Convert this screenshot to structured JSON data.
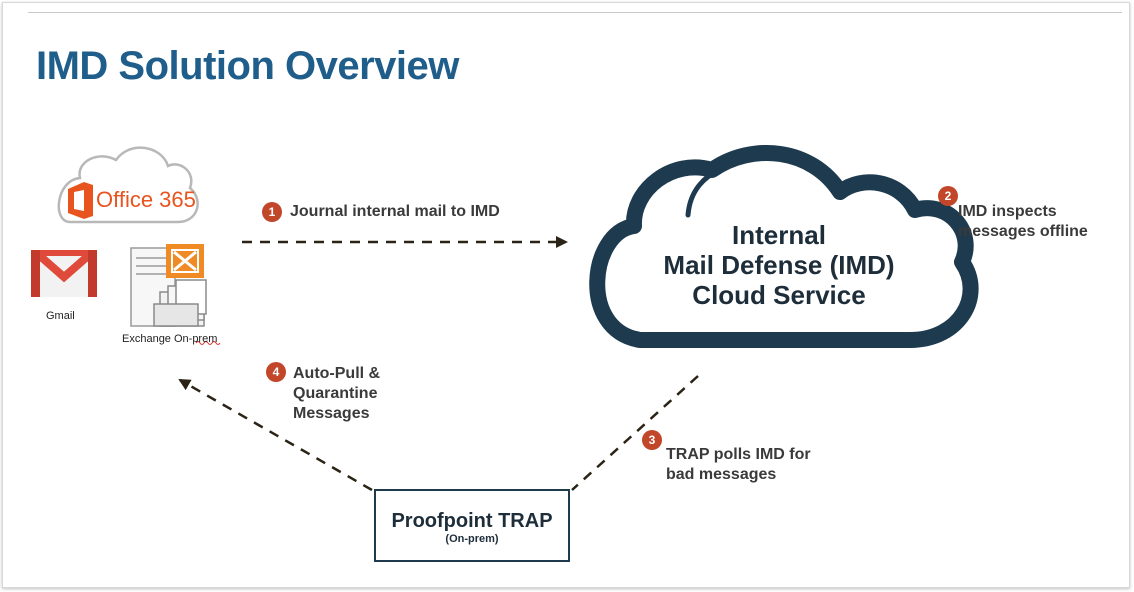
{
  "title": "IMD Solution Overview",
  "office365": {
    "label": "Office 365"
  },
  "gmail": {
    "label": "Gmail"
  },
  "exchange": {
    "label": "Exchange On-prem"
  },
  "cloud": {
    "line1": "Internal",
    "line2": "Mail Defense (IMD)",
    "line3": "Cloud Service"
  },
  "steps": [
    {
      "number": "1",
      "text": "Journal internal mail to IMD"
    },
    {
      "number": "2",
      "line1": "IMD inspects",
      "line2": "messages offline"
    },
    {
      "number": "3",
      "line1": "TRAP polls IMD for",
      "line2": "bad messages"
    },
    {
      "number": "4",
      "line1": "Auto-Pull &",
      "line2": "Quarantine",
      "line3": "Messages"
    }
  ],
  "trap": {
    "title": "Proofpoint TRAP",
    "subtitle": "(On-prem)"
  },
  "colors": {
    "title": "#1f5d8a",
    "cloud_stroke": "#1d3a4f",
    "badge": "#c1462a",
    "office_orange": "#e8541e",
    "gmail_red": "#d64536",
    "exchange_orange": "#f08a24"
  }
}
